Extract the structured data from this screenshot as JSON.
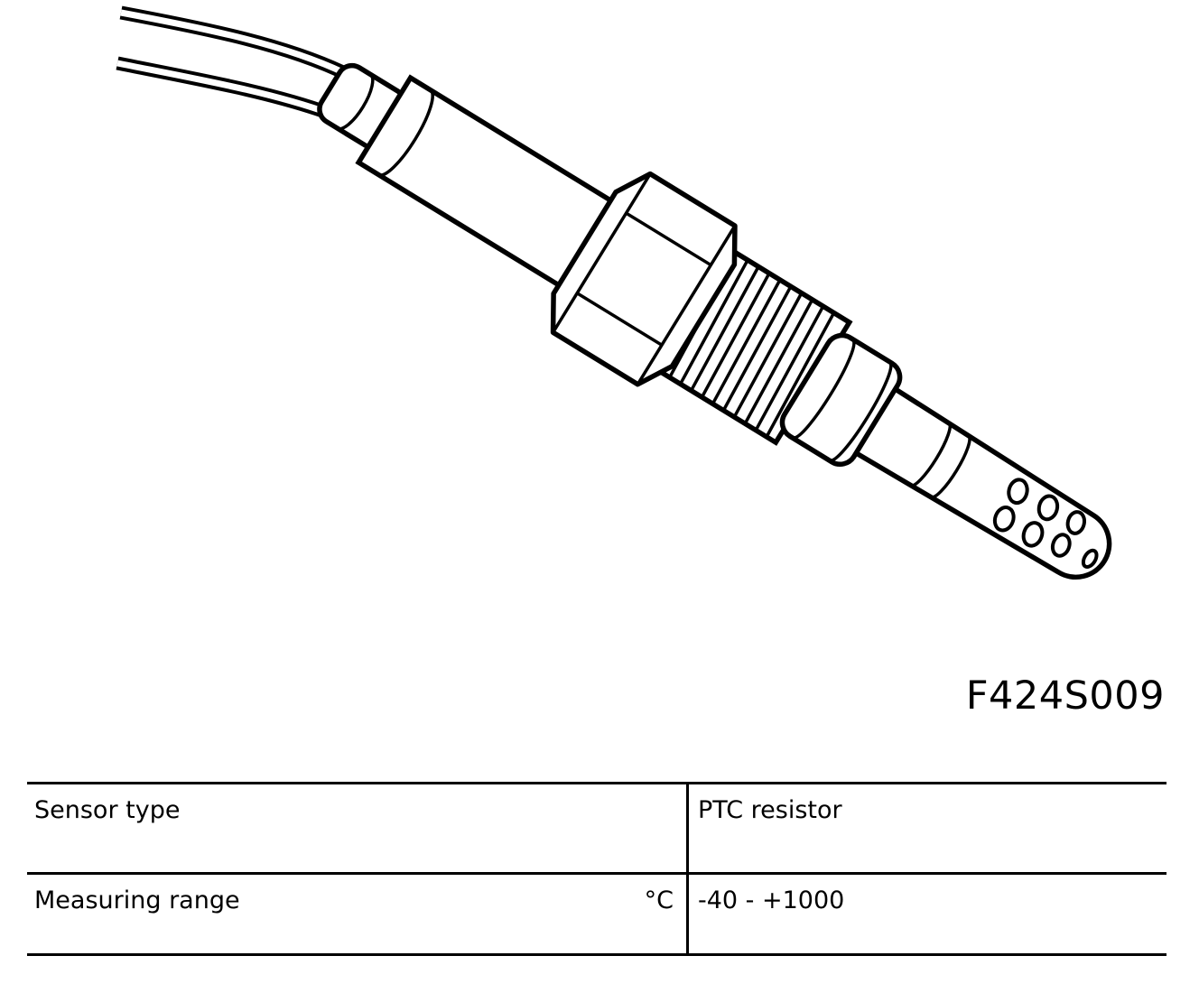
{
  "colors": {
    "ink": "#000000",
    "background": "#ffffff"
  },
  "figure": {
    "code": "F424S009"
  },
  "spec_table": {
    "rows": [
      {
        "label": "Sensor type",
        "unit": "",
        "value": "PTC resistor"
      },
      {
        "label": "Measuring range",
        "unit": "°C",
        "value": "-40 - +1000"
      }
    ]
  }
}
